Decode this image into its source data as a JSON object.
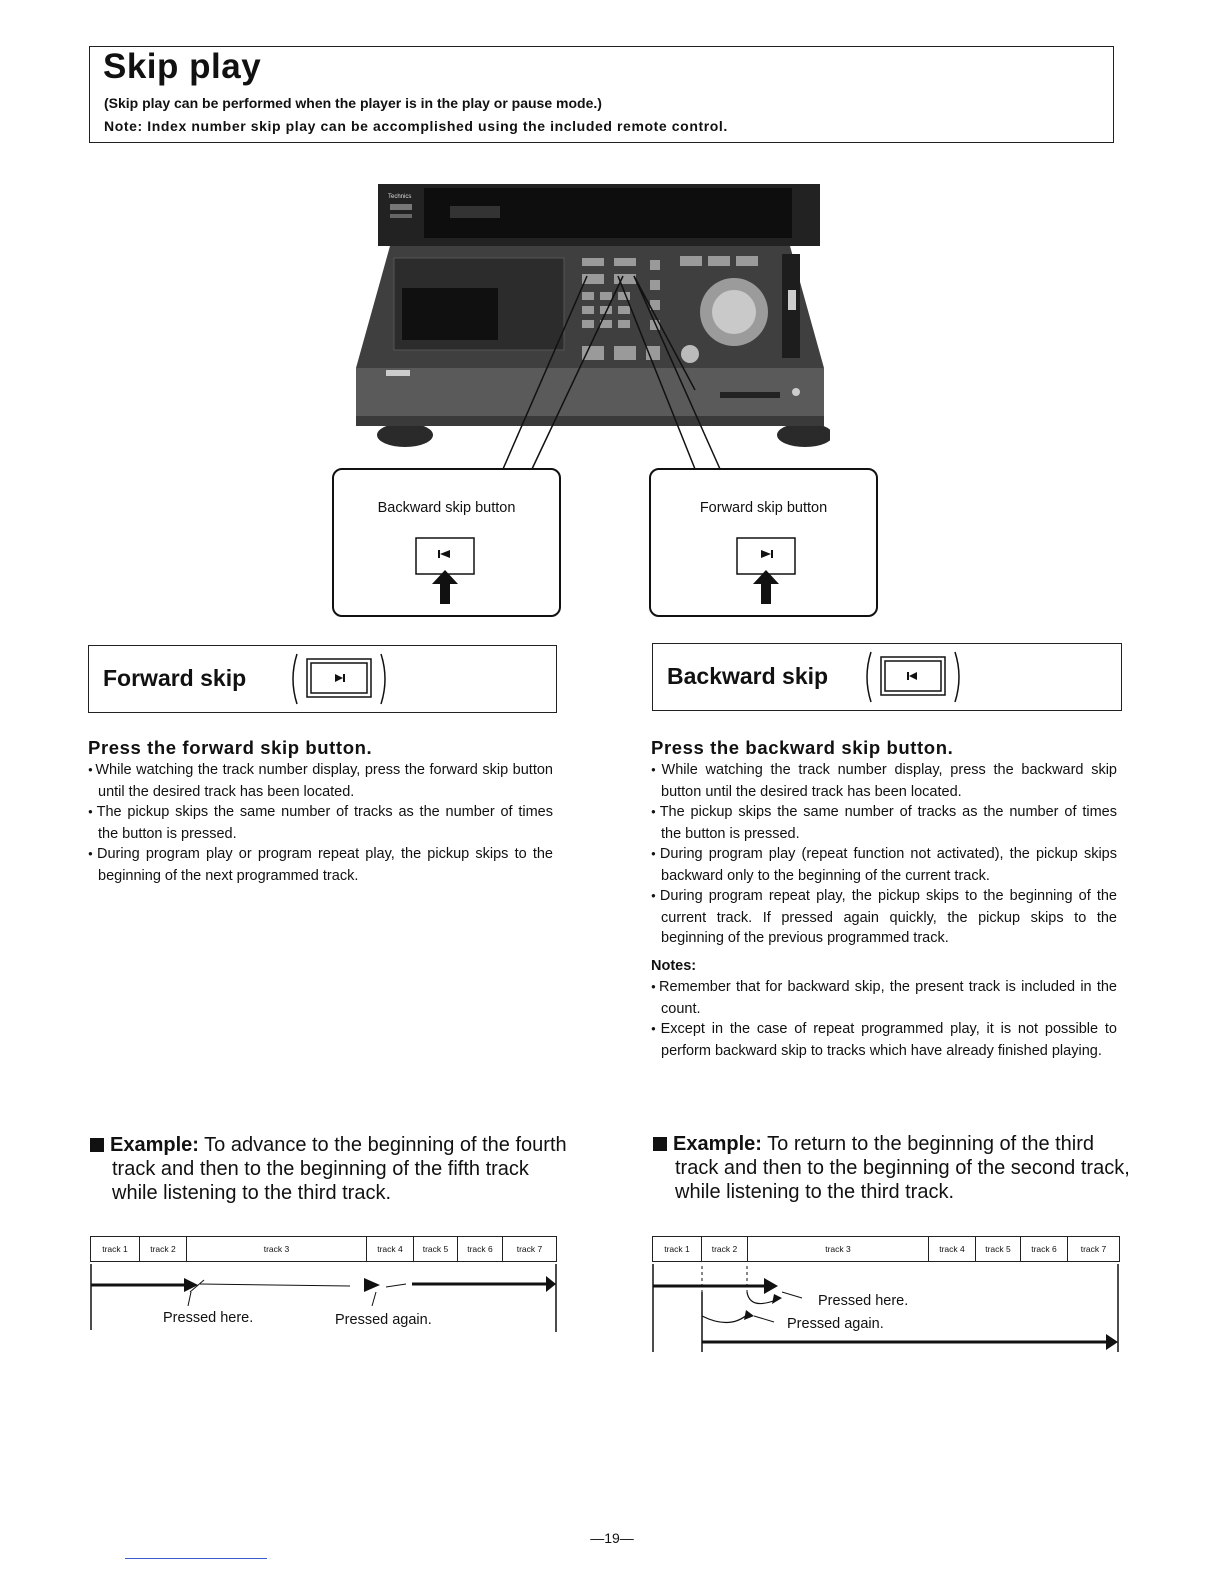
{
  "header": {
    "title": "Skip play",
    "subtitle": "(Skip play can be performed when the player is in the play or pause mode.)",
    "note": "Note: Index number skip play can be accomplished using the included remote control."
  },
  "device": {
    "brand": "Technics",
    "description": "Compact disc player front panel photograph"
  },
  "callouts": {
    "backward": "Backward skip button",
    "forward": "Forward skip button"
  },
  "forward": {
    "title": "Forward skip",
    "heading": "Press the forward skip button.",
    "bullets": [
      "While watching the track number display, press the forward skip button until the desired track has been located.",
      "The pickup skips the same number of tracks as the number of times the button is pressed.",
      "During program play or program repeat play, the pickup skips to the beginning of the next programmed track."
    ],
    "example_label": "Example:",
    "example_text": "To advance to the beginning of the fourth track and then to the beginning of the fifth track while listening to the third track.",
    "tracks": [
      "track 1",
      "track 2",
      "track 3",
      "track 4",
      "track 5",
      "track 6",
      "track 7"
    ],
    "pressed_here": "Pressed here.",
    "pressed_again": "Pressed again."
  },
  "backward": {
    "title": "Backward skip",
    "heading": "Press the backward skip button.",
    "bullets": [
      "While watching the track number display, press the backward skip button until the desired track has been located.",
      "The pickup skips the same number of tracks as the number of times the button is pressed.",
      "During program play (repeat function not activated), the pickup skips backward only to the beginning of the current track.",
      "During program repeat play, the pickup skips to the beginning of the current track. If pressed again quickly, the pickup skips to the beginning of the previous programmed track."
    ],
    "notes_heading": "Notes:",
    "notes": [
      "Remember that for backward skip, the present track is included in the count.",
      "Except in the case of repeat programmed play, it is not possible to perform backward skip to tracks which have already finished playing."
    ],
    "example_label": "Example:",
    "example_text": "To return to the beginning of the third track and then to the beginning of the second track, while listening to the third track.",
    "tracks": [
      "track 1",
      "track 2",
      "track 3",
      "track 4",
      "track 5",
      "track 6",
      "track 7"
    ],
    "pressed_here": "Pressed here.",
    "pressed_again": "Pressed again."
  },
  "footer": {
    "page_number": "—19—"
  }
}
